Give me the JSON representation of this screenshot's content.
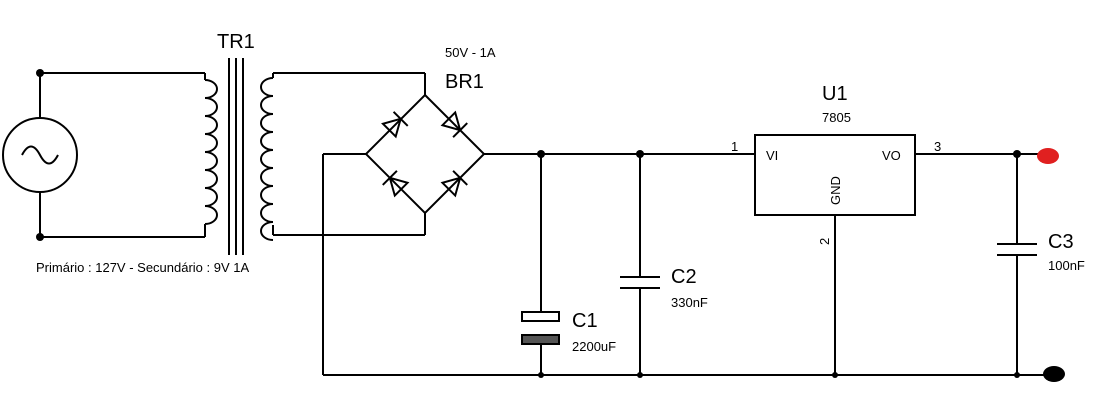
{
  "transformer": {
    "ref": "TR1",
    "note": "Primário : 127V - Secundário : 9V 1A"
  },
  "bridge": {
    "ref": "BR1",
    "rating": "50V - 1A"
  },
  "regulator": {
    "ref": "U1",
    "part": "7805",
    "pin_vi": "VI",
    "pin_vo": "VO",
    "pin_gnd": "GND",
    "pin1": "1",
    "pin2": "2",
    "pin3": "3"
  },
  "c1": {
    "ref": "C1",
    "value": "2200uF"
  },
  "c2": {
    "ref": "C2",
    "value": "330nF"
  },
  "c3": {
    "ref": "C3",
    "value": "100nF"
  },
  "colors": {
    "wire": "#000000",
    "output_terminal": "#e02020",
    "ground_terminal": "#000000"
  }
}
